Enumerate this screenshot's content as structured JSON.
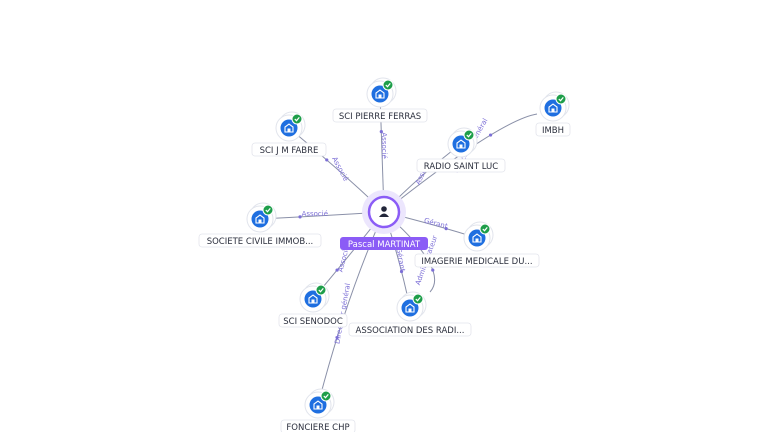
{
  "center": {
    "name": "Pascal MARTINAT",
    "icon": "person-icon"
  },
  "colors": {
    "company": "#1f6fe0",
    "check": "#1e9e4a",
    "center": "#8b5cf6",
    "edge": "#8a90a8",
    "edge_label": "#7c6fd6"
  },
  "nodes": [
    {
      "id": "n0",
      "label": "SCI PIERRE FERRAS",
      "icon": "building-icon",
      "verified": true
    },
    {
      "id": "n1",
      "label": "IMBH",
      "icon": "building-icon",
      "verified": true
    },
    {
      "id": "n2",
      "label": "SCI J M FABRE",
      "icon": "building-icon",
      "verified": true
    },
    {
      "id": "n3",
      "label": "RADIO SAINT LUC",
      "icon": "building-icon",
      "verified": true
    },
    {
      "id": "n4",
      "label": "SOCIETE CIVILE IMMOB...",
      "icon": "building-icon",
      "verified": true
    },
    {
      "id": "n5",
      "label": "IMAGERIE MEDICALE DU...",
      "icon": "building-icon",
      "verified": true
    },
    {
      "id": "n6",
      "label": "SCI SENODOC",
      "icon": "building-icon",
      "verified": true
    },
    {
      "id": "n7",
      "label": "ASSOCIATION DES RADI...",
      "icon": "building-icon",
      "verified": true
    },
    {
      "id": "n8",
      "label": "FONCIERE CHP",
      "icon": "building-icon",
      "verified": true
    }
  ],
  "edges": [
    {
      "to": "n0",
      "label": "Associé"
    },
    {
      "to": "n1",
      "label": "Directeur général"
    },
    {
      "to": "n2",
      "label": "Associé"
    },
    {
      "to": "n3",
      "label": "Associé"
    },
    {
      "to": "n4",
      "label": "Associé"
    },
    {
      "to": "n5",
      "label": "Gérant"
    },
    {
      "to": "n6",
      "label": "Associé"
    },
    {
      "to": "n7",
      "label": "Gérant"
    },
    {
      "to": "n8",
      "label": "Directeur général"
    },
    {
      "to": "n5",
      "label": "Administrateur"
    }
  ]
}
